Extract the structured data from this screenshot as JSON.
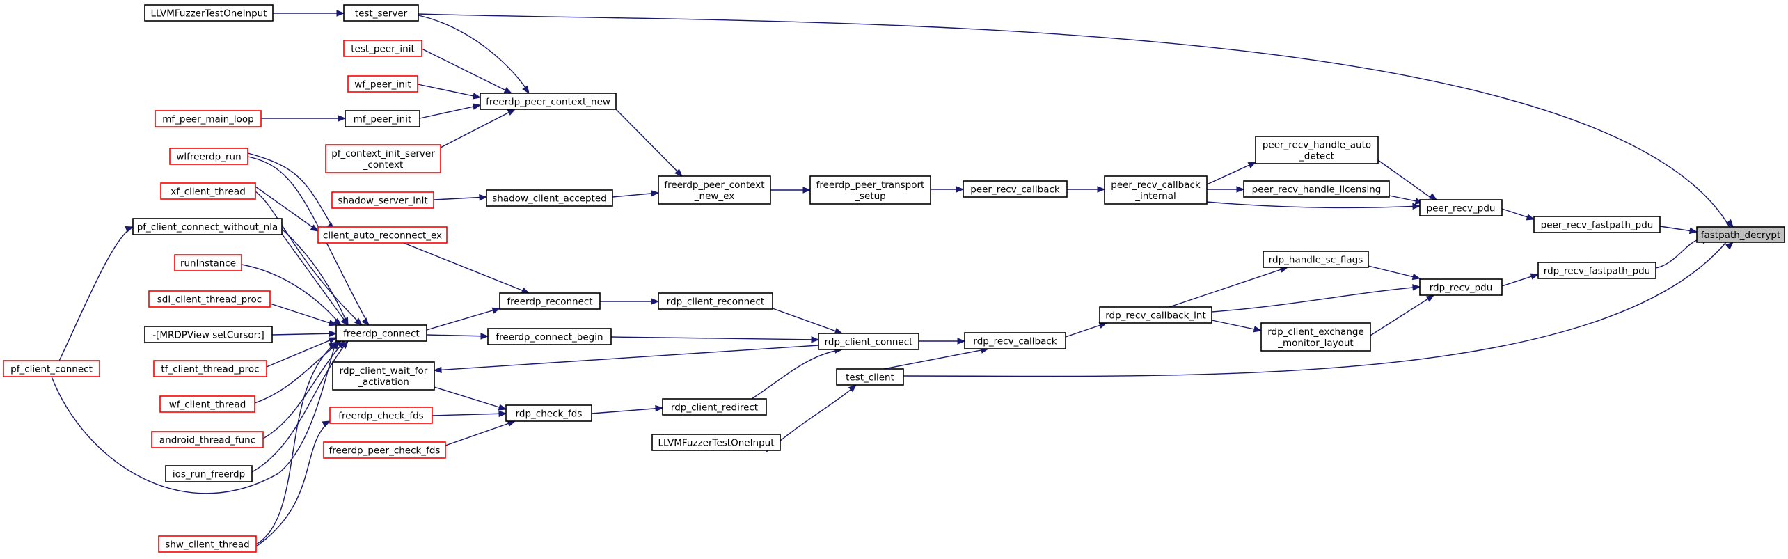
{
  "colors": {
    "edge": "#191970",
    "border_normal": "#000000",
    "border_truncated": "#ff0000",
    "focus_fill": "#bfbfbf"
  },
  "nodes": {
    "fastpath_decrypt": {
      "lines": [
        "fastpath_decrypt"
      ],
      "style": "focus"
    },
    "peer_recv_fastpath_pdu": {
      "lines": [
        "peer_recv_fastpath_pdu"
      ],
      "style": "normal"
    },
    "rdp_recv_fastpath_pdu": {
      "lines": [
        "rdp_recv_fastpath_pdu"
      ],
      "style": "normal"
    },
    "peer_recv_pdu": {
      "lines": [
        "peer_recv_pdu"
      ],
      "style": "normal"
    },
    "rdp_recv_pdu": {
      "lines": [
        "rdp_recv_pdu"
      ],
      "style": "normal"
    },
    "peer_recv_handle_auto_detect": {
      "lines": [
        "peer_recv_handle_auto",
        "_detect"
      ],
      "style": "normal"
    },
    "peer_recv_handle_licensing": {
      "lines": [
        "peer_recv_handle_licensing"
      ],
      "style": "normal"
    },
    "rdp_handle_sc_flags": {
      "lines": [
        "rdp_handle_sc_flags"
      ],
      "style": "normal"
    },
    "rdp_client_exchange_monitor_layout": {
      "lines": [
        "rdp_client_exchange",
        "_monitor_layout"
      ],
      "style": "normal"
    },
    "peer_recv_callback_internal": {
      "lines": [
        "peer_recv_callback",
        "_internal"
      ],
      "style": "normal"
    },
    "rdp_recv_callback_int": {
      "lines": [
        "rdp_recv_callback_int"
      ],
      "style": "normal"
    },
    "peer_recv_callback": {
      "lines": [
        "peer_recv_callback"
      ],
      "style": "normal"
    },
    "rdp_recv_callback": {
      "lines": [
        "rdp_recv_callback"
      ],
      "style": "normal"
    },
    "freerdp_peer_transport_setup": {
      "lines": [
        "freerdp_peer_transport",
        "_setup"
      ],
      "style": "normal"
    },
    "freerdp_peer_context_new_ex": {
      "lines": [
        "freerdp_peer_context",
        "_new_ex"
      ],
      "style": "normal"
    },
    "freerdp_peer_context_new": {
      "lines": [
        "freerdp_peer_context_new"
      ],
      "style": "normal"
    },
    "shadow_client_accepted": {
      "lines": [
        "shadow_client_accepted"
      ],
      "style": "normal"
    },
    "shadow_server_init": {
      "lines": [
        "shadow_server_init"
      ],
      "style": "truncated"
    },
    "test_server": {
      "lines": [
        "test_server"
      ],
      "style": "normal"
    },
    "LLVMFuzzerTestOneInput_1": {
      "lines": [
        "LLVMFuzzerTestOneInput"
      ],
      "style": "normal"
    },
    "test_peer_init": {
      "lines": [
        "test_peer_init"
      ],
      "style": "truncated"
    },
    "wf_peer_init": {
      "lines": [
        "wf_peer_init"
      ],
      "style": "truncated"
    },
    "mf_peer_init": {
      "lines": [
        "mf_peer_init"
      ],
      "style": "normal"
    },
    "mf_peer_main_loop": {
      "lines": [
        "mf_peer_main_loop"
      ],
      "style": "truncated"
    },
    "pf_context_init_server_context": {
      "lines": [
        "pf_context_init_server",
        "_context"
      ],
      "style": "truncated"
    },
    "rdp_client_connect": {
      "lines": [
        "rdp_client_connect"
      ],
      "style": "normal"
    },
    "test_client": {
      "lines": [
        "test_client"
      ],
      "style": "normal"
    },
    "LLVMFuzzerTestOneInput_2": {
      "lines": [
        "LLVMFuzzerTestOneInput"
      ],
      "style": "normal"
    },
    "rdp_client_reconnect": {
      "lines": [
        "rdp_client_reconnect"
      ],
      "style": "normal"
    },
    "rdp_client_redirect": {
      "lines": [
        "rdp_client_redirect"
      ],
      "style": "normal"
    },
    "freerdp_connect_begin": {
      "lines": [
        "freerdp_connect_begin"
      ],
      "style": "normal"
    },
    "rdp_client_wait_for_activation": {
      "lines": [
        "rdp_client_wait_for",
        "_activation"
      ],
      "style": "normal"
    },
    "freerdp_reconnect": {
      "lines": [
        "freerdp_reconnect"
      ],
      "style": "normal"
    },
    "rdp_check_fds": {
      "lines": [
        "rdp_check_fds"
      ],
      "style": "normal"
    },
    "client_auto_reconnect_ex": {
      "lines": [
        "client_auto_reconnect_ex"
      ],
      "style": "truncated"
    },
    "freerdp_connect": {
      "lines": [
        "freerdp_connect"
      ],
      "style": "normal"
    },
    "freerdp_check_fds": {
      "lines": [
        "freerdp_check_fds"
      ],
      "style": "truncated"
    },
    "freerdp_peer_check_fds": {
      "lines": [
        "freerdp_peer_check_fds"
      ],
      "style": "truncated"
    },
    "wlfreerdp_run": {
      "lines": [
        "wlfreerdp_run"
      ],
      "style": "truncated"
    },
    "xf_client_thread": {
      "lines": [
        "xf_client_thread"
      ],
      "style": "truncated"
    },
    "pf_client_connect_without_nla": {
      "lines": [
        "pf_client_connect_without_nla"
      ],
      "style": "normal"
    },
    "runInstance": {
      "lines": [
        "runInstance"
      ],
      "style": "truncated"
    },
    "sdl_client_thread_proc": {
      "lines": [
        "sdl_client_thread_proc"
      ],
      "style": "truncated"
    },
    "MRDPView_setCursor": {
      "lines": [
        "-[MRDPView setCursor:]"
      ],
      "style": "normal"
    },
    "tf_client_thread_proc": {
      "lines": [
        "tf_client_thread_proc"
      ],
      "style": "truncated"
    },
    "wf_client_thread": {
      "lines": [
        "wf_client_thread"
      ],
      "style": "truncated"
    },
    "android_thread_func": {
      "lines": [
        "android_thread_func"
      ],
      "style": "truncated"
    },
    "ios_run_freerdp": {
      "lines": [
        "ios_run_freerdp"
      ],
      "style": "normal"
    },
    "shw_client_thread": {
      "lines": [
        "shw_client_thread"
      ],
      "style": "truncated"
    },
    "pf_client_connect": {
      "lines": [
        "pf_client_connect"
      ],
      "style": "truncated"
    }
  }
}
